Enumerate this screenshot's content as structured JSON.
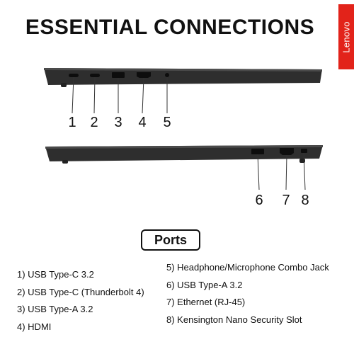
{
  "title": "ESSENTIAL CONNECTIONS",
  "brand": "Lenovo",
  "callouts": [
    "1",
    "2",
    "3",
    "4",
    "5",
    "6",
    "7",
    "8"
  ],
  "ports_heading": "Ports",
  "ports_left": [
    "1) USB Type-C 3.2",
    "2) USB Type-C (Thunderbolt 4)",
    "3) USB Type-A 3.2",
    "4) HDMI"
  ],
  "ports_right": [
    "5) Headphone/Microphone Combo Jack",
    "6) USB Type-A 3.2",
    "7) Ethernet (RJ-45)",
    "8) Kensington Nano Security Slot"
  ],
  "colors": {
    "brand_red": "#e2231a",
    "laptop_body": "#2e2e2e"
  }
}
